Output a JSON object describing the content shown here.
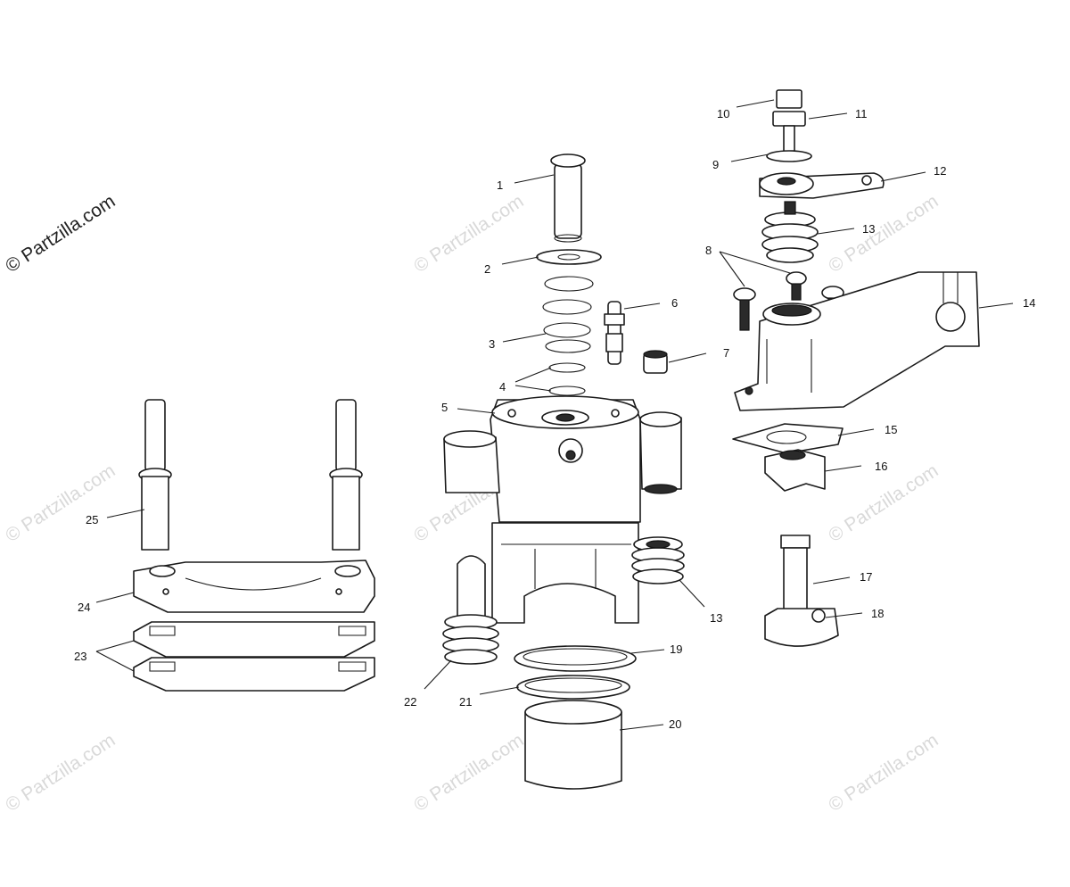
{
  "watermark": {
    "main": "© Partzilla.com",
    "faint": "© Partzilla.com"
  },
  "callouts": [
    "1",
    "2",
    "3",
    "4",
    "5",
    "6",
    "7",
    "8",
    "9",
    "10",
    "11",
    "12",
    "13",
    "13",
    "14",
    "15",
    "16",
    "17",
    "18",
    "19",
    "20",
    "21",
    "22",
    "23",
    "24",
    "25"
  ],
  "colors": {
    "line": "#1a1a1a",
    "watermark": "#c9c9c9"
  }
}
